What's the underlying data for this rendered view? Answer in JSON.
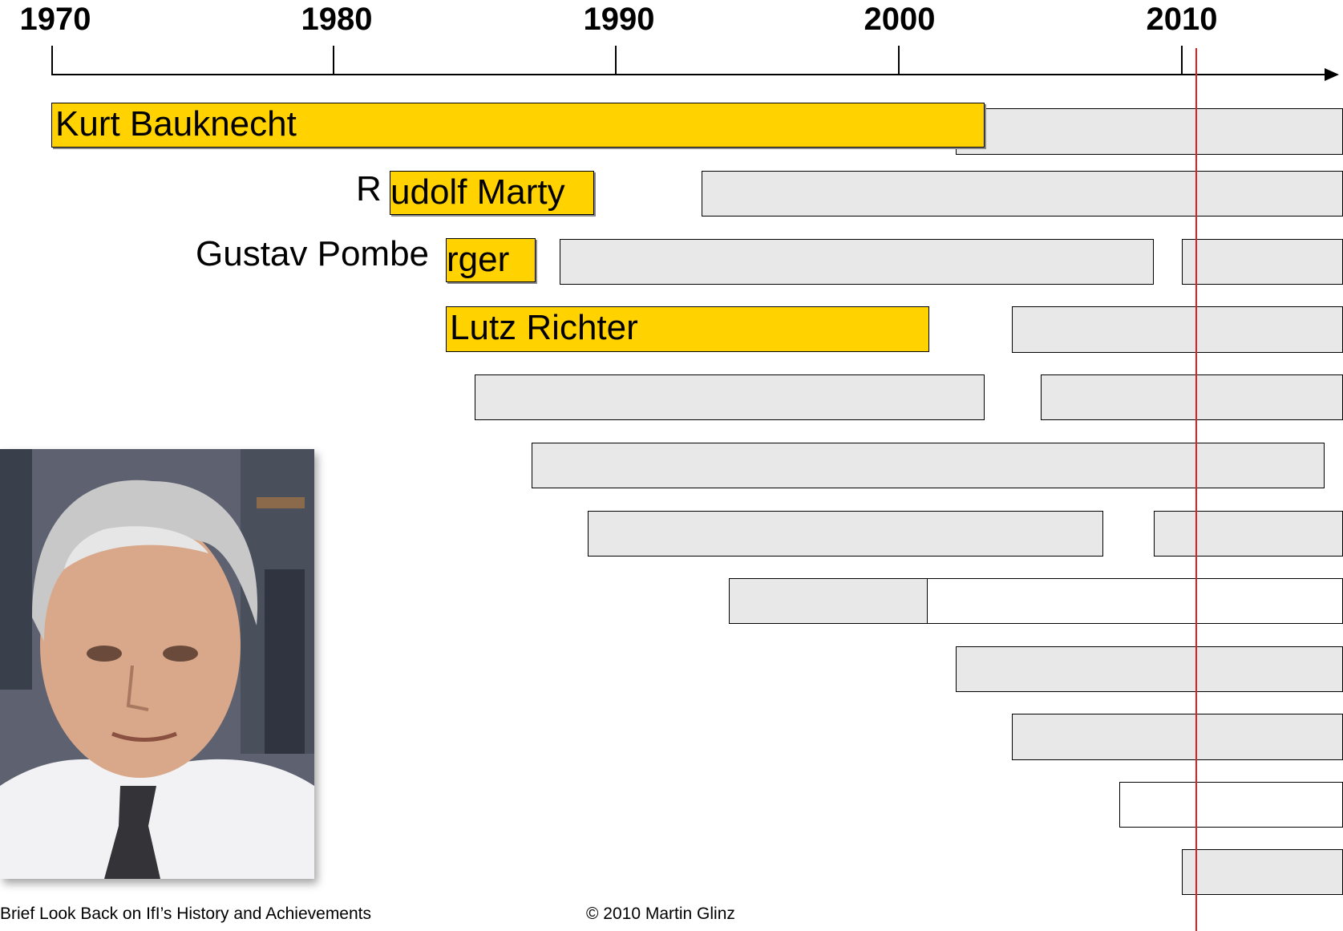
{
  "timeline": {
    "years": [
      "1970",
      "1980",
      "1990",
      "2000",
      "2010"
    ],
    "current_year_marker_color": "#e02020",
    "highlight_color": "#ffd200",
    "bar_color": "#e8e8e8"
  },
  "people": [
    {
      "name": "Kurt Bauknecht"
    },
    {
      "name_outside": "R",
      "name_inside": "udolf Marty"
    },
    {
      "name_outside": "Gustav Pombe",
      "name_inside": "rger"
    },
    {
      "name": "Lutz Richter"
    }
  ],
  "photo": {
    "icon": "portrait-photo"
  },
  "footer": {
    "left": "Brief Look Back on IfI’s History and Achievements",
    "right": "© 2010 Martin Glinz"
  }
}
